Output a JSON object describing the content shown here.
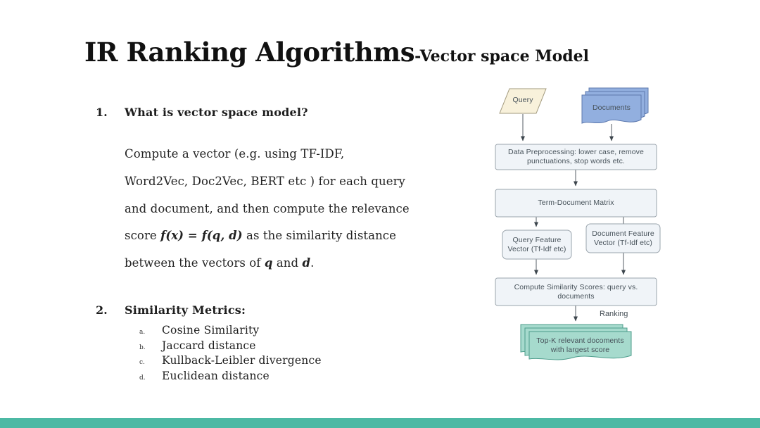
{
  "slide": {
    "title": "IR Ranking Algorithms ",
    "subtitle": "-Vector space Model"
  },
  "content": {
    "item1_number": "1.",
    "item1_heading": "What is vector space model?",
    "paragraph": {
      "l1": "Compute a vector (e.g. using TF-IDF,",
      "l2": "Word2Vec, Doc2Vec, BERT etc ) for each query",
      "l3": "and document, and then compute the relevance",
      "l4a": "score ",
      "l4b": "f(x) = f(q, d)",
      "l4c": " as the similarity distance",
      "l5a": "between the vectors of ",
      "l5b": "q",
      "l5c": " and ",
      "l5d": "d",
      "l5e": "."
    },
    "item2_number": "2.",
    "item2_heading": "Similarity Metrics:",
    "metrics": [
      {
        "marker": "a.",
        "label": "Cosine Similarity"
      },
      {
        "marker": "b.",
        "label": "Jaccard distance"
      },
      {
        "marker": "c.",
        "label": "Kullback-Leibler divergence"
      },
      {
        "marker": "d.",
        "label": "Euclidean distance"
      }
    ]
  },
  "flowchart": {
    "query_label": "Query",
    "documents_label": "Documents",
    "preprocessing_l1": "Data Preprocessing:  lower case, remove",
    "preprocessing_l2": "punctuations, stop words etc.",
    "term_matrix_label": "Term-Document Matrix",
    "query_feature_l1": "Query Feature",
    "query_feature_l2": "Vector (Tf-Idf etc)",
    "doc_feature_l1": "Document Feature",
    "doc_feature_l2": "Vector (Tf-Idf etc)",
    "similarity_l1": "Compute Similarity Scores: query vs.",
    "similarity_l2": "documents",
    "ranking_label": "Ranking",
    "topk_l1": "Top-K relevant docoments",
    "topk_l2": "with largest score"
  },
  "colors": {
    "accent_bar": "#4CB9A4",
    "query_fill": "#F8F1DB",
    "query_stroke": "#A29A7E",
    "documents_fill": "#92AFDF",
    "documents_stroke": "#5D79AE",
    "box_fill": "#F0F4F8",
    "box_stroke": "#9AA4AC",
    "topk_fill": "#A6DACD",
    "topk_stroke": "#4C9C8B"
  }
}
